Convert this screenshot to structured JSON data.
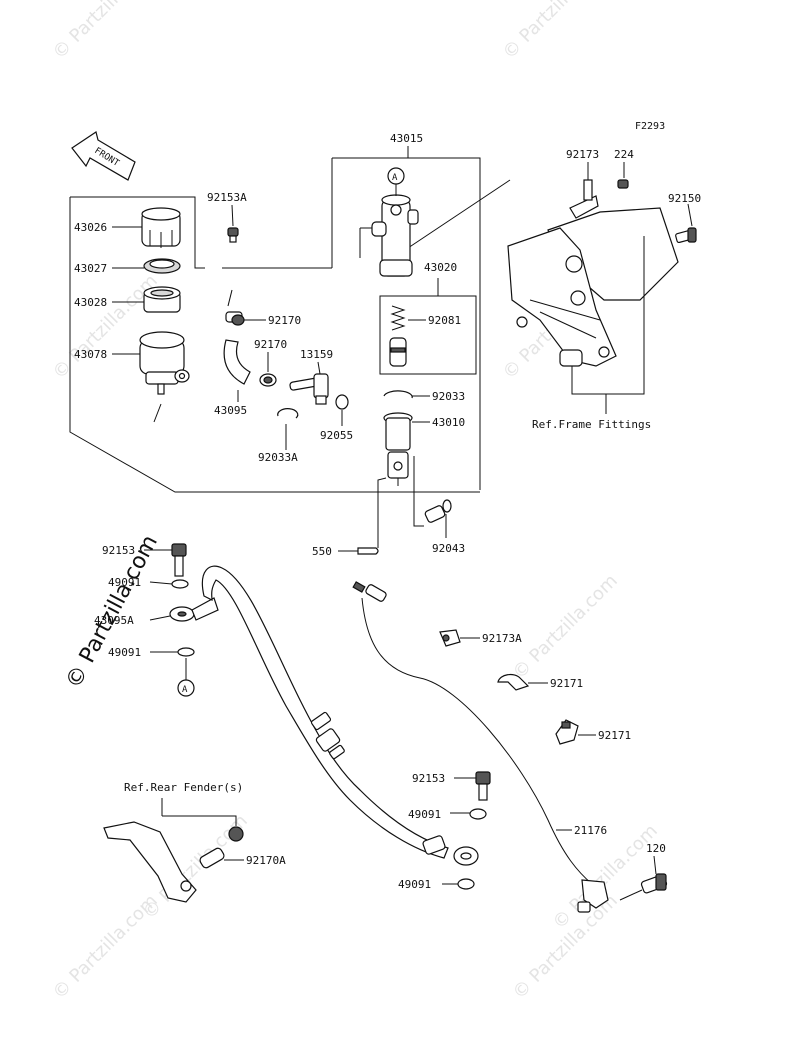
{
  "figure_code": "F2293",
  "front_label": "FRONT",
  "watermark_text": "© Partzilla.com",
  "labels": {
    "p43015": "43015",
    "p43026": "43026",
    "p43027": "43027",
    "p43028": "43028",
    "p43078": "43078",
    "p92153A": "92153A",
    "p92170a": "92170",
    "p92170b": "92170",
    "p13159": "13159",
    "p43095": "43095",
    "p92033A": "92033A",
    "p92055": "92055",
    "p43020": "43020",
    "p92081": "92081",
    "p92033": "92033",
    "p43010": "43010",
    "p92043": "92043",
    "p550": "550",
    "p92173": "92173",
    "p224": "224",
    "p92150": "92150",
    "ref_frame": "Ref.Frame Fittings",
    "p92153": "92153",
    "p49091a": "49091",
    "p43095A": "43095A",
    "p49091b": "49091",
    "p92173A": "92173A",
    "p92171a": "92171",
    "p92171b": "92171",
    "ref_rear": "Ref.Rear Fender(s)",
    "p92170A": "92170A",
    "p92153b": "92153",
    "p49091c": "49091",
    "p21176": "21176",
    "p120": "120",
    "p49091d": "49091",
    "marker_a1": "A",
    "marker_a2": "A"
  }
}
